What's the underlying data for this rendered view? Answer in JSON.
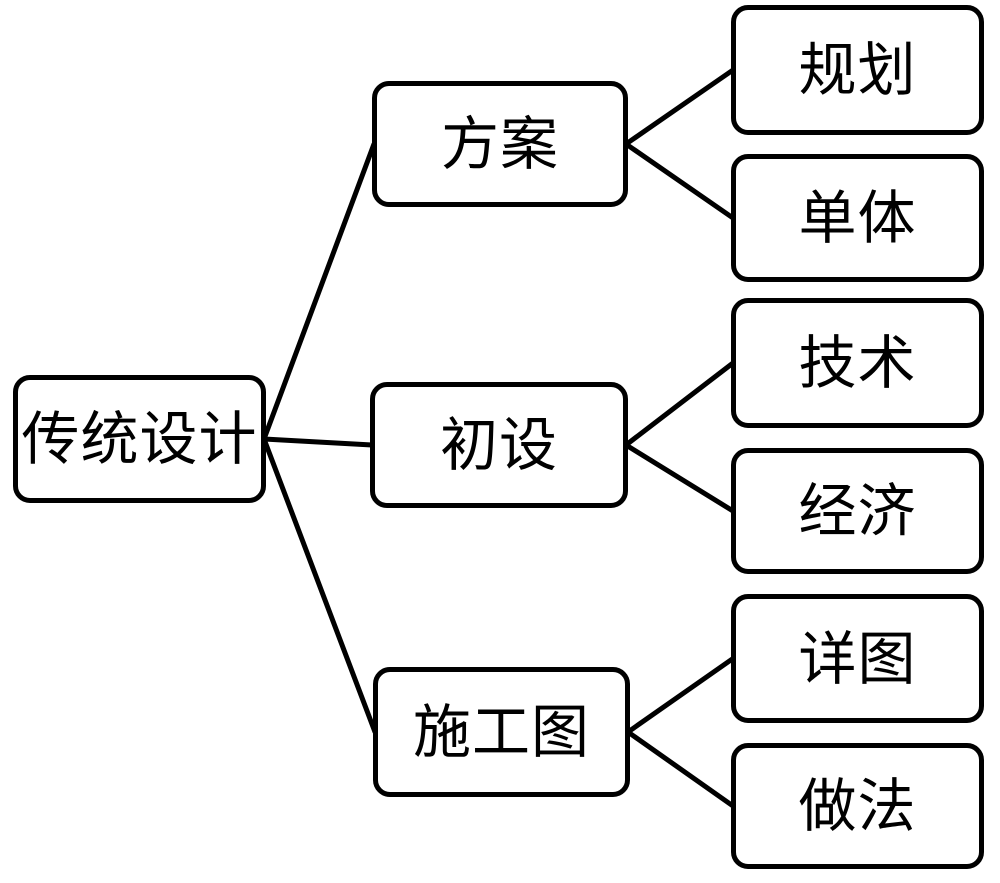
{
  "diagram": {
    "type": "tree",
    "orientation": "left-to-right",
    "nodes": {
      "root": {
        "label": "传统设计"
      },
      "fangan": {
        "label": "方案"
      },
      "chushe": {
        "label": "初设"
      },
      "shigongtu": {
        "label": "施工图"
      },
      "guihua": {
        "label": "规划"
      },
      "danti": {
        "label": "单体"
      },
      "jishu": {
        "label": "技术"
      },
      "jingji": {
        "label": "经济"
      },
      "xiangtu": {
        "label": "详图"
      },
      "zuofa": {
        "label": "做法"
      }
    },
    "edges": [
      [
        "root",
        "fangan"
      ],
      [
        "root",
        "chushe"
      ],
      [
        "root",
        "shigongtu"
      ],
      [
        "fangan",
        "guihua"
      ],
      [
        "fangan",
        "danti"
      ],
      [
        "chushe",
        "jishu"
      ],
      [
        "chushe",
        "jingji"
      ],
      [
        "shigongtu",
        "xiangtu"
      ],
      [
        "shigongtu",
        "zuofa"
      ]
    ],
    "colors": {
      "background": "#ffffff",
      "box_fill": "#ffffff",
      "box_border": "#000000",
      "line": "#000000",
      "text": "#000000"
    },
    "line_width": 5
  }
}
